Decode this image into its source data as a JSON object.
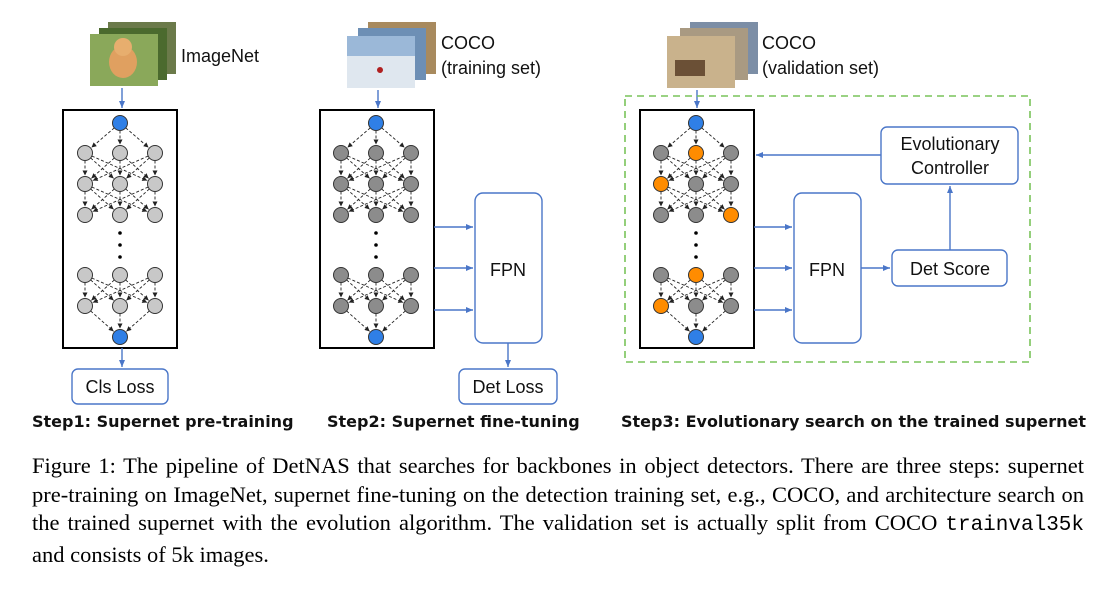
{
  "figure": {
    "datasets": {
      "imagenet": "ImageNet",
      "coco_train_1": "COCO",
      "coco_train_2": "(training set)",
      "coco_val_1": "COCO",
      "coco_val_2": "(validation set)"
    },
    "boxes": {
      "cls_loss": "Cls Loss",
      "fpn_2": "FPN",
      "det_loss": "Det Loss",
      "fpn_3": "FPN",
      "det_score": "Det Score",
      "evo_1": "Evolutionary",
      "evo_2": "Controller"
    },
    "steps": {
      "step1": "Step1: Supernet pre-training",
      "step2": "Step2: Supernet fine-tuning",
      "step3": "Step3: Evolutionary search on the trained supernet"
    },
    "colors": {
      "blue_node": "#2f7fe6",
      "orange_node": "#ff8c00",
      "gray_node": "#8c8c8c",
      "light_node": "#c8c8c8",
      "box_stroke": "#4a76c8",
      "dashed_green": "#79c35a"
    }
  },
  "caption": {
    "text_before": "Figure 1: The pipeline of DetNAS that searches for backbones in object detectors. There are three steps: supernet pre-training on ImageNet, supernet fine-tuning on the detection training set, e.g., COCO, and architecture search on the trained supernet with the evolution algorithm. The validation set is actually split from COCO ",
    "code": "trainval35k",
    "text_after": " and consists of 5k images."
  }
}
